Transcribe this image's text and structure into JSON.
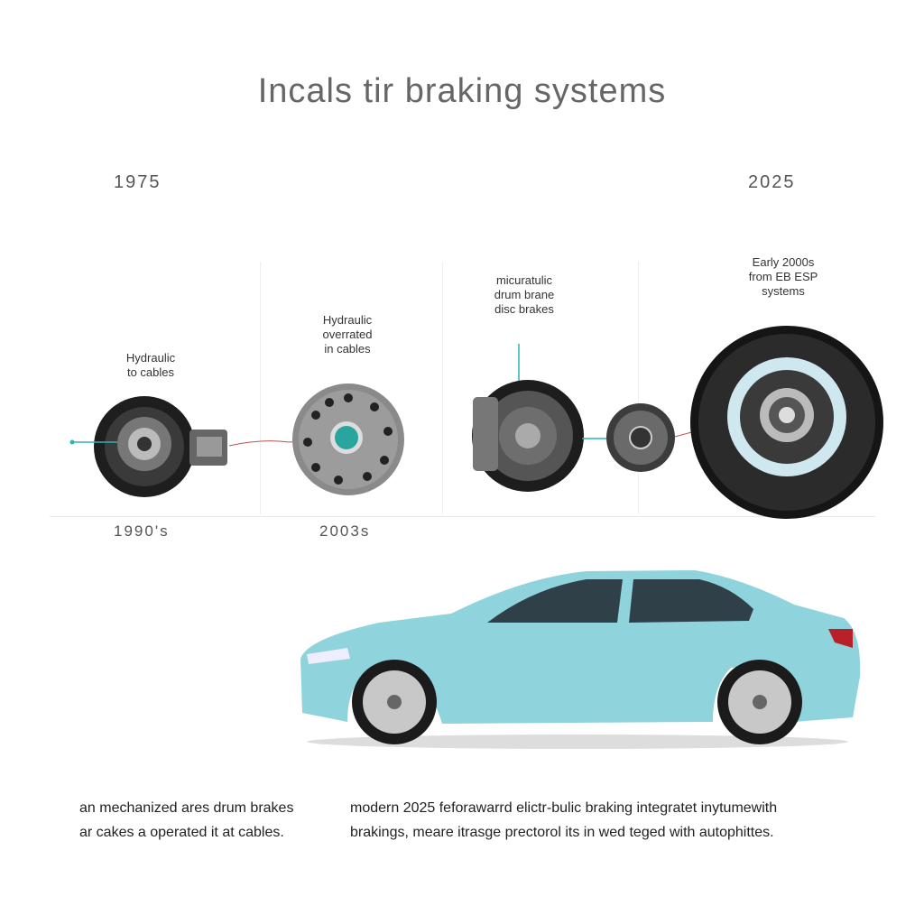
{
  "title": "Incals tir braking systems",
  "timeline": {
    "start_year": "1975",
    "end_year": "2025",
    "lower_years": [
      "1990's",
      "2003s"
    ]
  },
  "stages": [
    {
      "label": "Hydraulic\nto cables"
    },
    {
      "label": "Hydraulic\noverrated\nin cables"
    },
    {
      "label": "micuratulic\ndrum brane\ndisc brakes"
    },
    {
      "label": "Early 2000s\nfrom EB ESP\nsystems"
    }
  ],
  "descriptions": {
    "left": [
      "an mechanized ares drum brakes",
      "ar cakes a operated it at cables."
    ],
    "right": [
      "modern 2025 feforawarrd elictr-bulic braking integratet inytumewith",
      "brakings, meare itrasge prectorol its in wed teged with autophittes."
    ]
  },
  "colors": {
    "accent": "#2bb3b8",
    "car_body": "#8fd3dd",
    "arrow_red": "#c0504d"
  }
}
